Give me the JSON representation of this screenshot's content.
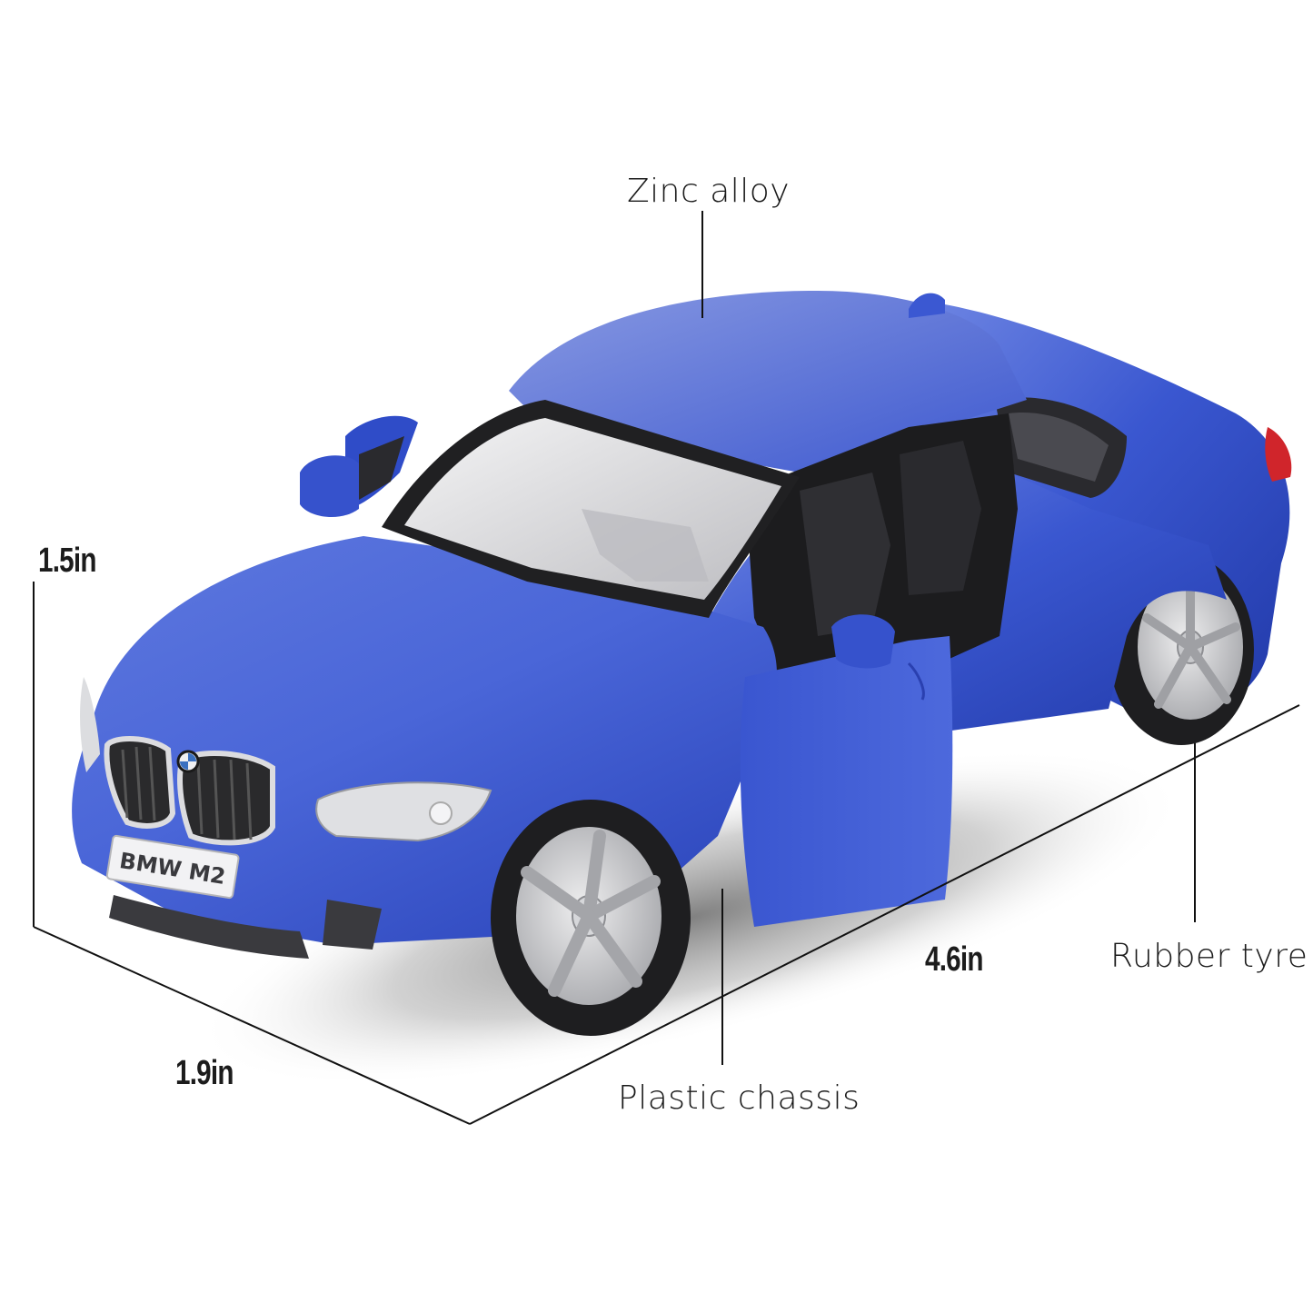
{
  "product": {
    "description": "Blue BMW M2 die-cast model car with open doors",
    "color_hex": "#3350c8",
    "license_plate": "BMW M2"
  },
  "callouts": {
    "material_top": "Zinc alloy",
    "material_bottom": "Plastic chassis",
    "material_wheel": "Rubber tyre"
  },
  "dimensions": {
    "height": "1.5in",
    "width": "1.9in",
    "length": "4.6in"
  },
  "colors": {
    "background": "#ffffff",
    "body_blue": "#3552cc",
    "body_blue_light": "#6f86e3",
    "body_blue_dark": "#1f35a0",
    "glass": "#d9d9db",
    "trim_black": "#1d1d1f",
    "wheel_silver": "#cfd0d3",
    "tail_light": "#d0252b",
    "line": "#111111"
  }
}
